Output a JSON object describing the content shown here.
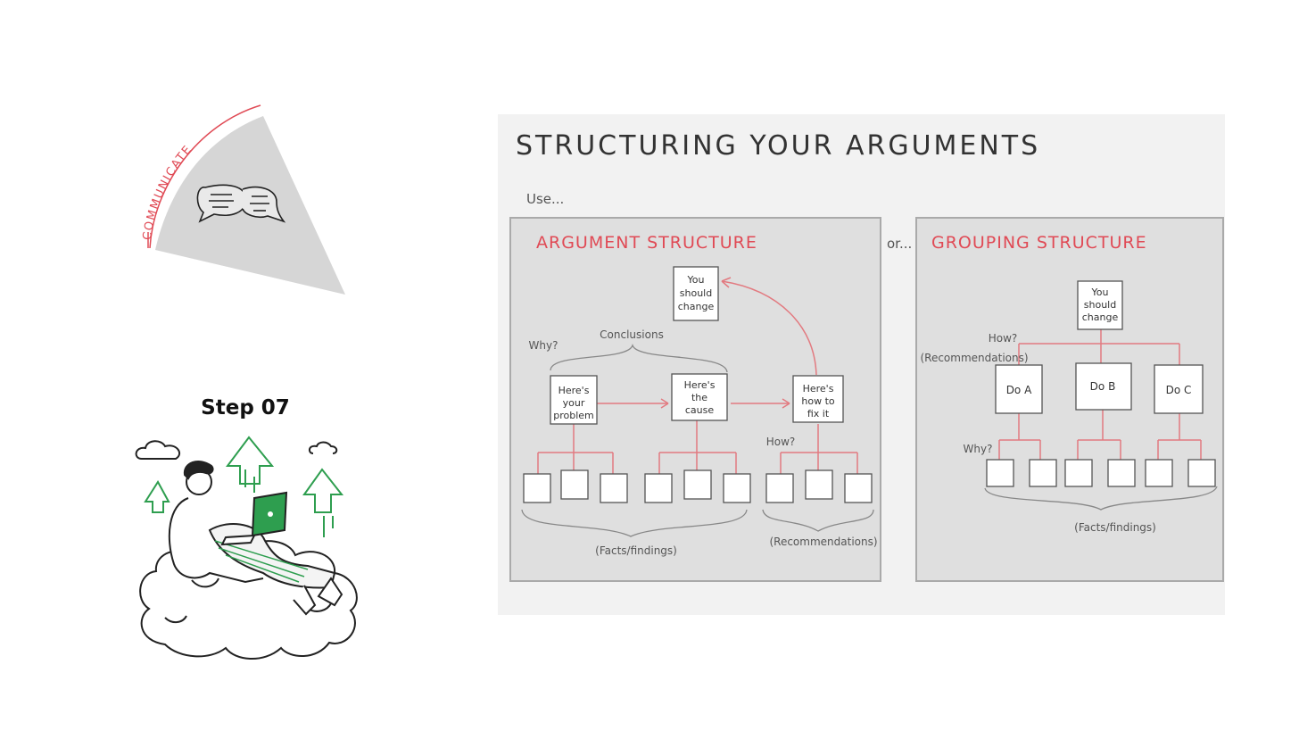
{
  "phase": {
    "label": "COMMUNICATE",
    "icon": "speech-bubbles-icon"
  },
  "step": {
    "title": "Step 07"
  },
  "illustration": {
    "icon": "person-with-laptop-on-cloud-illustration"
  },
  "diagram": {
    "title": "STRUCTURING YOUR ARGUMENTS",
    "use_label": "Use...",
    "or_label": "or...",
    "argument": {
      "title": "ARGUMENT STRUCTURE",
      "top_node": [
        "You",
        "should",
        "change"
      ],
      "why": "Why?",
      "conclusions": "Conclusions",
      "problem": [
        "Here's",
        "your",
        "problem"
      ],
      "cause": [
        "Here's",
        "the",
        "cause"
      ],
      "fix": [
        "Here's",
        "how to",
        "fix it"
      ],
      "how": "How?",
      "facts": "(Facts/findings)",
      "recommendations": "(Recommendations)"
    },
    "grouping": {
      "title": "GROUPING STRUCTURE",
      "top_node": [
        "You",
        "should",
        "change"
      ],
      "how": "How?",
      "recommendations": "(Recommendations)",
      "do_a": "Do A",
      "do_b": "Do B",
      "do_c": "Do C",
      "why": "Why?",
      "facts": "(Facts/findings)"
    },
    "colors": {
      "accent": "#e04a55",
      "green": "#2e9e4f",
      "panel": "#dfdfdf"
    }
  }
}
